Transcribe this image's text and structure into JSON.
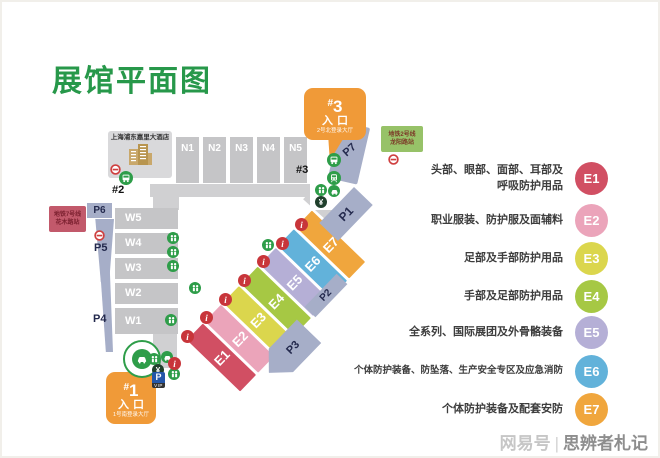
{
  "title": "展馆平面图",
  "map": {
    "hotel_label": "上海浦东嘉里大酒店",
    "north_halls": [
      "N1",
      "N2",
      "N3",
      "N4",
      "N5"
    ],
    "west_halls": [
      "W5",
      "W4",
      "W3",
      "W2",
      "W1"
    ],
    "east_halls": [
      "E1",
      "E2",
      "E3",
      "E4",
      "E5",
      "E6",
      "E7"
    ],
    "parking": [
      "P1",
      "P2",
      "P3",
      "P4",
      "P5",
      "P6",
      "P7"
    ],
    "gate_labels": {
      "gate2": "#2",
      "gate3": "#3"
    },
    "entrance1": {
      "num": "1",
      "hash": "#",
      "label": "入口",
      "sub": "1号南登录大厅"
    },
    "entrance3": {
      "num": "3",
      "hash": "#",
      "label": "入口",
      "sub": "2号北登录大厅"
    },
    "metro7": {
      "line": "地铁7号线",
      "station": "花木路站"
    },
    "metro2": {
      "line": "地铁2号线",
      "station": "龙阳路站"
    },
    "vip_parking": {
      "p": "P",
      "vip": "VIP"
    }
  },
  "legend": [
    {
      "id": "E1",
      "color": "#d14f63",
      "line1": "头部、眼部、面部、耳部及",
      "line2": "呼吸防护用品"
    },
    {
      "id": "E2",
      "color": "#eba4ba",
      "line1": "职业服装、防护服及面辅料"
    },
    {
      "id": "E3",
      "color": "#dbd64d",
      "line1": "足部及手部防护用品"
    },
    {
      "id": "E4",
      "color": "#a6c844",
      "line1": "手部及足部防护用品"
    },
    {
      "id": "E5",
      "color": "#b5afd6",
      "line1": "全系列、国际展团及外骨骼装备"
    },
    {
      "id": "E6",
      "color": "#62b2da",
      "line1": "个体防护装备、防坠落、生产安全专区及应急消防"
    },
    {
      "id": "E7",
      "color": "#f0a63d",
      "line1": "个体防护装备及配套安防"
    }
  ],
  "watermark": {
    "platform": "网易号",
    "divider": "|",
    "name": "思辨者札记"
  }
}
